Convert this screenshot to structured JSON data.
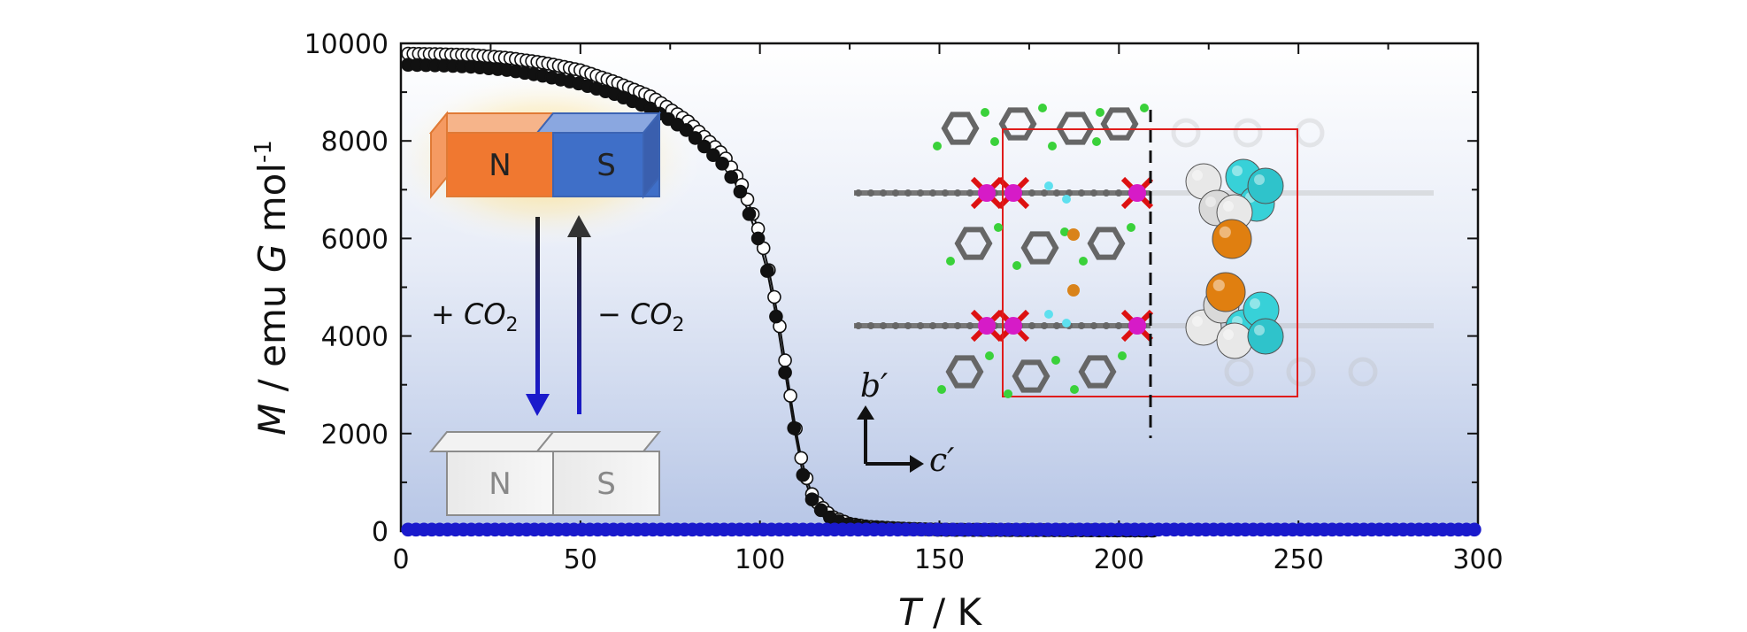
{
  "chart_data": {
    "type": "scatter",
    "xlabel": {
      "var": "T",
      "unit": "K"
    },
    "ylabel": {
      "var": "M",
      "unit": "emu",
      "var2": "G",
      "unit2": "mol",
      "exp": "-1"
    },
    "xlim": [
      0,
      300
    ],
    "ylim": [
      0,
      10000
    ],
    "xticks": [
      0,
      50,
      100,
      150,
      200,
      250,
      300
    ],
    "yticks": [
      0,
      2000,
      4000,
      6000,
      8000,
      10000
    ],
    "grid": false,
    "series": [
      {
        "marker": "open-circle",
        "color": "#ffffff",
        "stroke": "#111111",
        "x": [
          2,
          10,
          20,
          30,
          40,
          50,
          60,
          70,
          80,
          90,
          95,
          100,
          103,
          106,
          108,
          110,
          112,
          115,
          120,
          125,
          130,
          140,
          150,
          175,
          200,
          210
        ],
        "y": [
          9790,
          9780,
          9760,
          9700,
          9600,
          9450,
          9200,
          8900,
          8400,
          7700,
          7100,
          6100,
          5200,
          4000,
          3000,
          2100,
          1300,
          650,
          300,
          150,
          90,
          50,
          30,
          20,
          15,
          10
        ]
      },
      {
        "marker": "filled-circle",
        "color": "#111111",
        "stroke": "#111111",
        "x": [
          2,
          10,
          20,
          30,
          40,
          50,
          60,
          70,
          80,
          90,
          95,
          100,
          103,
          106,
          108,
          110,
          112,
          115,
          120,
          125,
          130,
          140,
          150,
          175,
          200,
          210
        ],
        "y": [
          9560,
          9550,
          9520,
          9450,
          9330,
          9170,
          8950,
          8650,
          8200,
          7500,
          6900,
          5900,
          5050,
          3750,
          2750,
          1900,
          1150,
          550,
          250,
          130,
          80,
          45,
          25,
          18,
          12,
          8
        ]
      },
      {
        "marker": "filled-circle",
        "color": "#1a1acc",
        "stroke": "#1a1acc",
        "x": [
          2,
          25,
          50,
          75,
          100,
          125,
          150,
          175,
          200,
          225,
          250,
          275,
          300
        ],
        "y": [
          30,
          30,
          30,
          30,
          30,
          30,
          30,
          30,
          30,
          30,
          30,
          30,
          30
        ]
      }
    ],
    "annotations": {
      "magnet_top": {
        "north": "N",
        "south": "S"
      },
      "magnet_bottom": {
        "north": "N",
        "south": "S"
      },
      "arrow_add": {
        "sign": "+",
        "gas": "CO",
        "sub": "2"
      },
      "arrow_remove": {
        "sign": "−",
        "gas": "CO",
        "sub": "2"
      },
      "axes_inset": {
        "b": "b′",
        "c": "c′"
      }
    }
  }
}
